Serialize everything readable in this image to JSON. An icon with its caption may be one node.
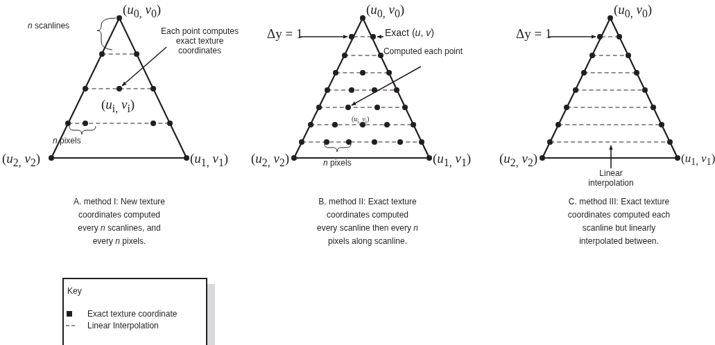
{
  "diagram": {
    "nodes": [
      {
        "text": [
          "Each point computes exact texture coordinates"
        ]
      },
      {
        "text": [],
        "shape": "circle",
        "beside": [
          "(*u*$_{i,}$ *v*$_{i}$)"
        ]
      },
      {
        "text": [
          "Δy = 1"
        ]
      },
      {
        "text": [],
        "shape": "circle"
      },
      {
        "text": [
          "Exact (*u*, *v*)"
        ]
      },
      {
        "text": [],
        "shape": "circle"
      },
      {
        "text": [
          "Computed each point"
        ]
      },
      {
        "text": [],
        "shape": "circle",
        "beside": [
          "(*u*$_{i,}$ *v*$_{i}$)"
        ]
      },
      {
        "text": [
          "Δy = 1"
        ]
      },
      {
        "text": [],
        "shape": "circle"
      },
      {
        "text": [
          "Linear interpolation"
        ]
      }
    ],
    "edges": [
      {
        "from": 0,
        "to": 1,
        "arrow": "to"
      },
      {
        "from": 2,
        "to": 3,
        "arrow": "to"
      },
      {
        "from": 4,
        "to": 5,
        "arrow": "to"
      },
      {
        "from": 6,
        "to": 7,
        "arrow": "to"
      },
      {
        "from": 8,
        "to": 9,
        "arrow": "to"
      },
      {
        "from": 10,
        "to": null,
        "arrow": "to"
      }
    ],
    "labels": [
      "(*u*$_{0,}$ *v*$_{0}$)",
      "*n* scanlines",
      "*n* pixels",
      "(*u*$_{2,}$ *v*$_{2}$)",
      "(*u*$_{1,}$ *v*$_{1}$)",
      "(*u*$_{0,}$ *v*$_{0}$)",
      "(*u*$_{2,}$ *v*$_{2}$)",
      "*n* pixels",
      "(*u*$_{1,}$ *v*$_{1}$)",
      "(*u*$_{0,}$ *v*$_{0}$)",
      "(*u*$_{2,}$ *v*$_{2}$)",
      "(*u*$_{1,}$ *v*$_{1}$)",
      "A. method I: New texture coordinates computed every *n* scanlines, and every *n* pixels.",
      "B. method II: Exact texture coordinates computed every scanline then every *n* pixels along scanline.",
      "C. method III: Exact texture coordinates computed each scanline but linearly interpolated between.",
      "Key"
    ],
    "legend": [
      {
        "text": "Exact texture coordinate"
      },
      {
        "text": "Linear Interpolation"
      }
    ]
  }
}
